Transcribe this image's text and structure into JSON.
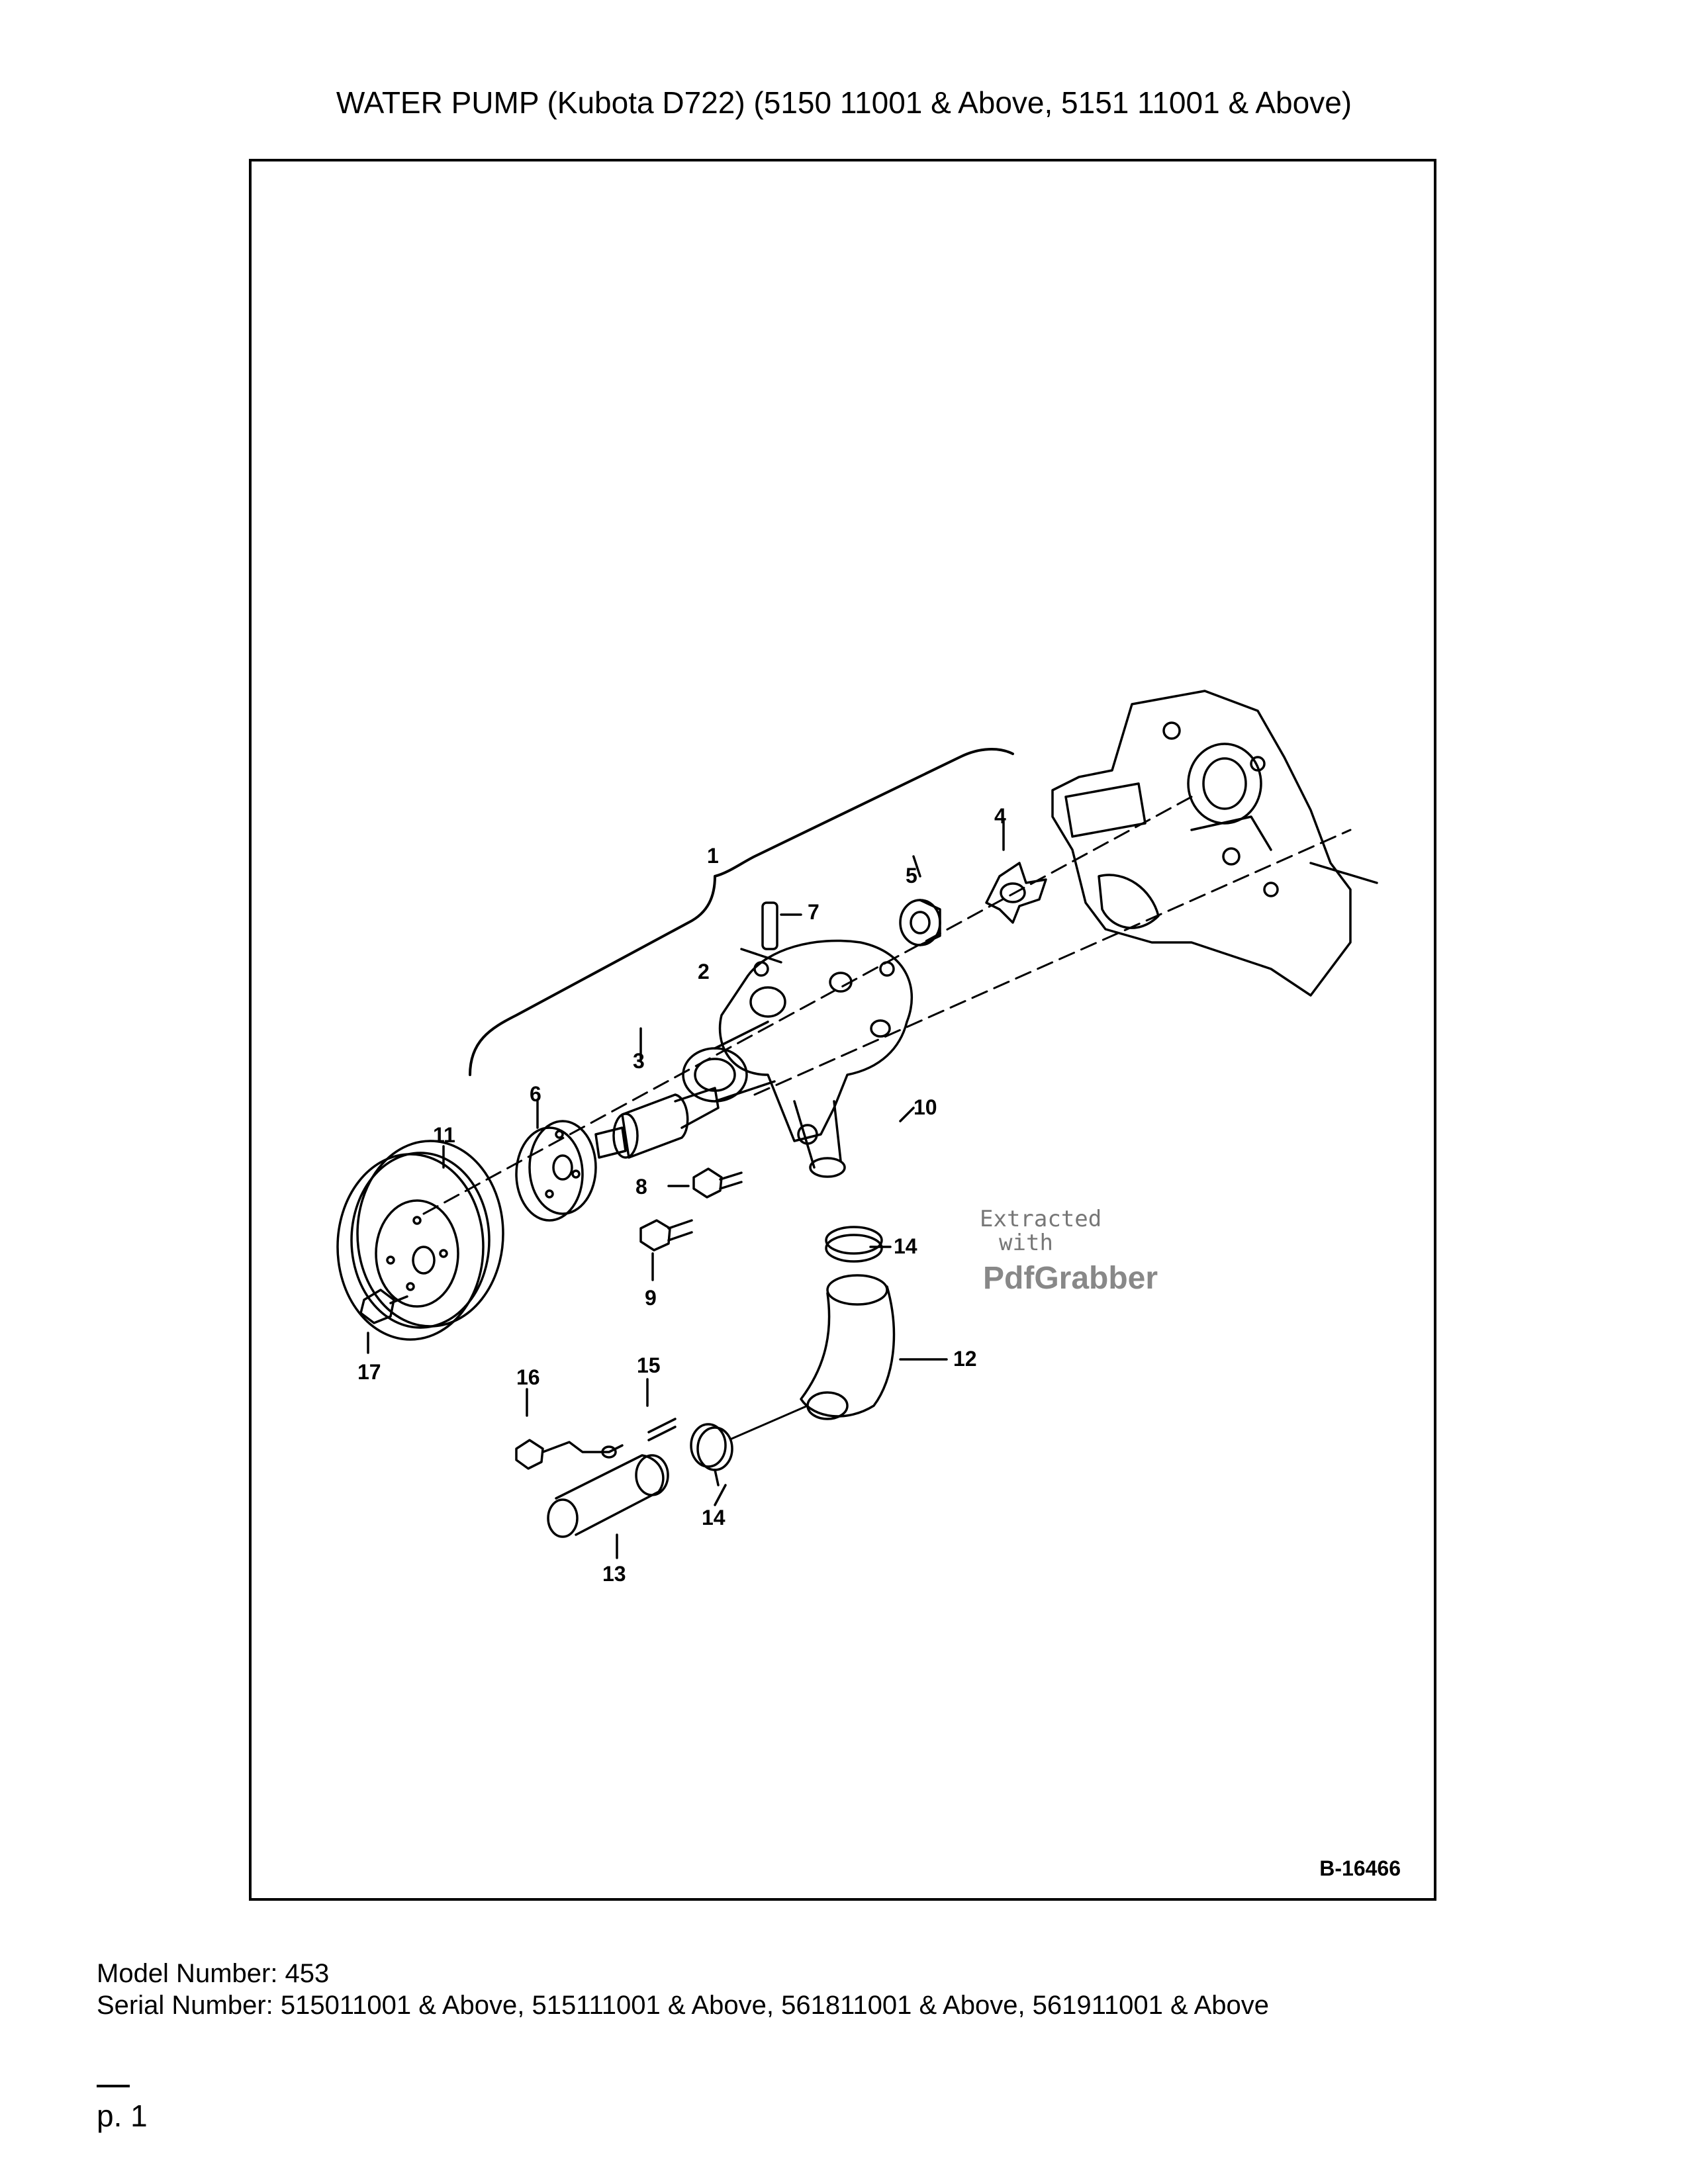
{
  "title": "WATER PUMP (Kubota D722) (5150 11001 & Above, 5151 11001 & Above)",
  "figure_id": "B-16466",
  "watermark": {
    "line1": "Extracted",
    "line2": "with",
    "line3": "PdfGrabber"
  },
  "callouts": [
    "1",
    "2",
    "3",
    "4",
    "5",
    "6",
    "7",
    "8",
    "9",
    "10",
    "11",
    "12",
    "13",
    "14",
    "14",
    "15",
    "16",
    "17"
  ],
  "model_number": "Model Number: 453",
  "serial_number": "Serial Number: 515011001 & Above, 515111001 & Above, 561811001 & Above, 561911001 & Above",
  "page_label": "p. 1"
}
